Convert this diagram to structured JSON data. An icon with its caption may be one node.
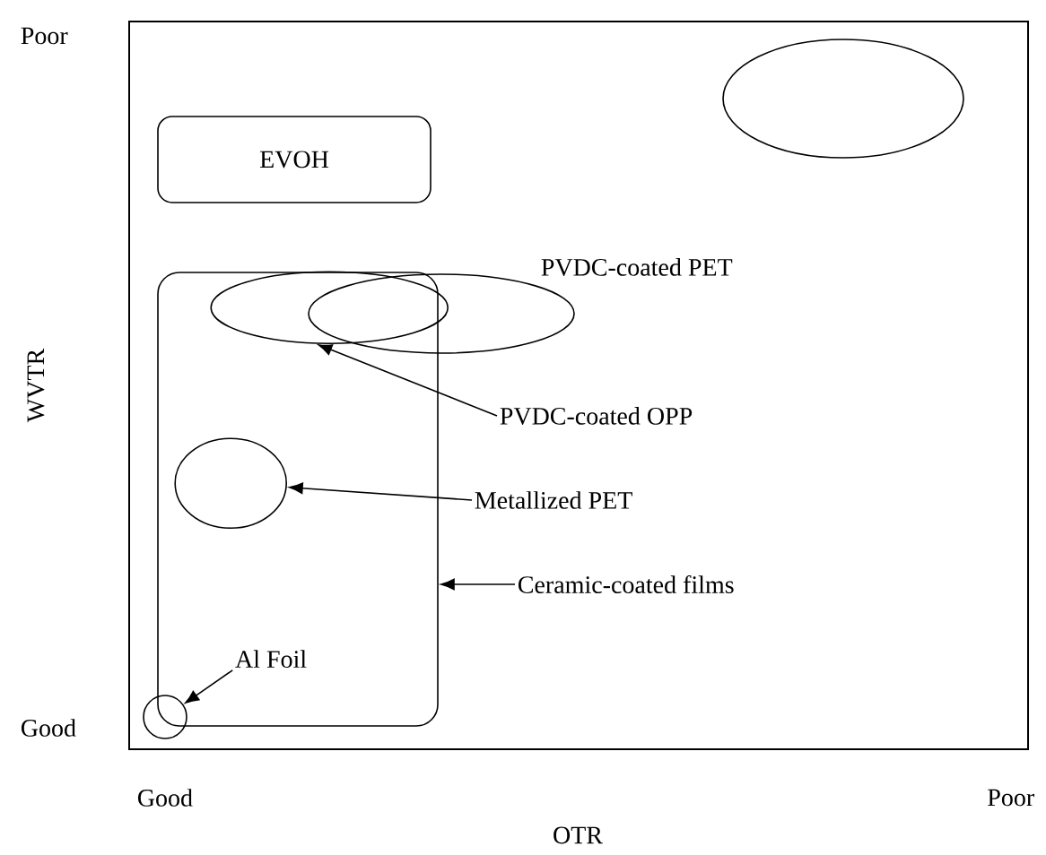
{
  "diagram": {
    "nodes": [
      {
        "text": [
          "EVOH"
        ]
      },
      {
        "text": [],
        "shape": "circle"
      },
      {
        "text": [],
        "shape": "box"
      },
      {
        "text": [],
        "shape": "circle",
        "in": 2
      },
      {
        "text": [],
        "shape": "circle",
        "beside": [
          "PVDC-coated PET"
        ]
      },
      {
        "text": [],
        "shape": "circle",
        "in": 2
      },
      {
        "text": [],
        "shape": "circle"
      },
      {
        "text": [
          "PVDC-coated OPP"
        ]
      },
      {
        "text": [
          "Metallized PET"
        ]
      },
      {
        "text": [
          "Ceramic-coated films"
        ]
      },
      {
        "text": [
          "Al Foil"
        ],
        "in": 2
      }
    ],
    "edges": [
      {
        "from": 7,
        "to": 3,
        "arrow": "to"
      },
      {
        "from": 8,
        "to": 5,
        "arrow": "to"
      },
      {
        "from": 9,
        "to": 2,
        "arrow": "to"
      },
      {
        "from": 10,
        "to": 6,
        "arrow": "to"
      }
    ],
    "labels": [
      "Poor",
      "WVTR",
      "Good",
      "Good",
      "Poor",
      "OTR"
    ]
  }
}
